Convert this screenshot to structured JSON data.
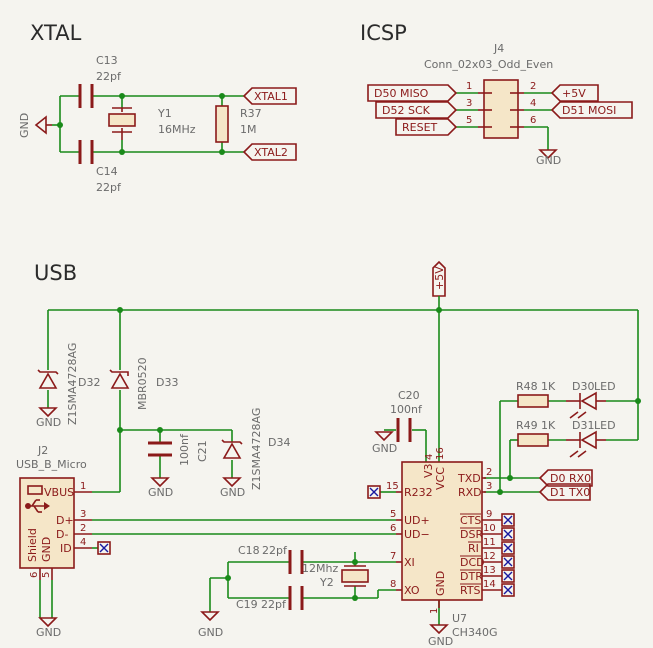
{
  "sections": {
    "xtal": "XTAL",
    "icsp": "ICSP",
    "usb": "USB"
  },
  "xtal": {
    "c13": "C13",
    "c13_val": "22pf",
    "c14": "C14",
    "c14_val": "22pf",
    "y1": "Y1",
    "y1_val": "16MHz",
    "r37": "R37",
    "r37_val": "1M",
    "gnd": "GND",
    "xtal1": "XTAL1",
    "xtal2": "XTAL2"
  },
  "icsp": {
    "ref": "J4",
    "value": "Conn_02x03_Odd_Even",
    "miso": "D50 MISO",
    "sck": "D52 SCK",
    "reset": "RESET",
    "vcc": "+5V",
    "mosi": "D51 MOSI",
    "gnd": "GND",
    "pins": [
      "1",
      "2",
      "3",
      "4",
      "5",
      "6"
    ]
  },
  "usb": {
    "vcc": "+5V",
    "d32": "D32",
    "d32_val": "Z1SMA4728AG",
    "d33": "D33",
    "d33_val": "MBR0520",
    "d34": "D34",
    "d34_val": "Z1SMA4728AG",
    "c21": "C21",
    "c21_val": "100nf",
    "c20": "C20",
    "c20_val": "100nf",
    "j2": "J2",
    "j2_val": "USB_B_Micro",
    "j2_pins": {
      "vbus": "VBUS",
      "dp": "D+",
      "dm": "D-",
      "id": "ID",
      "gnd": "GND",
      "shield": "Shield"
    },
    "j2_pin_numbers": {
      "vbus": "1",
      "dp": "3",
      "dm": "2",
      "id": "4",
      "shield": "6",
      "gnd": "5"
    },
    "r48": "R48",
    "r48_val": "1K",
    "r49": "R49",
    "r49_val": "1K",
    "d30": "D30",
    "d30_val": "LED",
    "d31": "D31",
    "d31_val": "LED",
    "rx_net": "D0 RX0",
    "tx_net": "D1 TX0",
    "c18": "C18",
    "c18_val": "22pf",
    "c19": "C19",
    "c19_val": "22pf",
    "y2": "Y2",
    "y2_val": "12Mhz",
    "u7": "U7",
    "u7_val": "CH340G",
    "u7_pins": {
      "v3": "V3",
      "vcc": "VCC",
      "r232": "R232",
      "udp": "UD+",
      "udm": "UD−",
      "xi": "XI",
      "xo": "XO",
      "gnd": "GND",
      "txd": "TXD",
      "rxd": "RXD",
      "cts": "CTS",
      "dsr": "DSR",
      "ri": "RI",
      "dcd": "DCD",
      "dtr": "DTR",
      "rts": "RTS"
    },
    "u7_pin_numbers": {
      "v3": "4",
      "vcc": "16",
      "r232": "15",
      "udp": "5",
      "udm": "6",
      "xi": "7",
      "xo": "8",
      "gnd": "1",
      "txd": "2",
      "rxd": "3",
      "cts": "9",
      "dsr": "10",
      "ri": "11",
      "dcd": "12",
      "dtr": "13",
      "rts": "14"
    },
    "gnd": "GND"
  }
}
